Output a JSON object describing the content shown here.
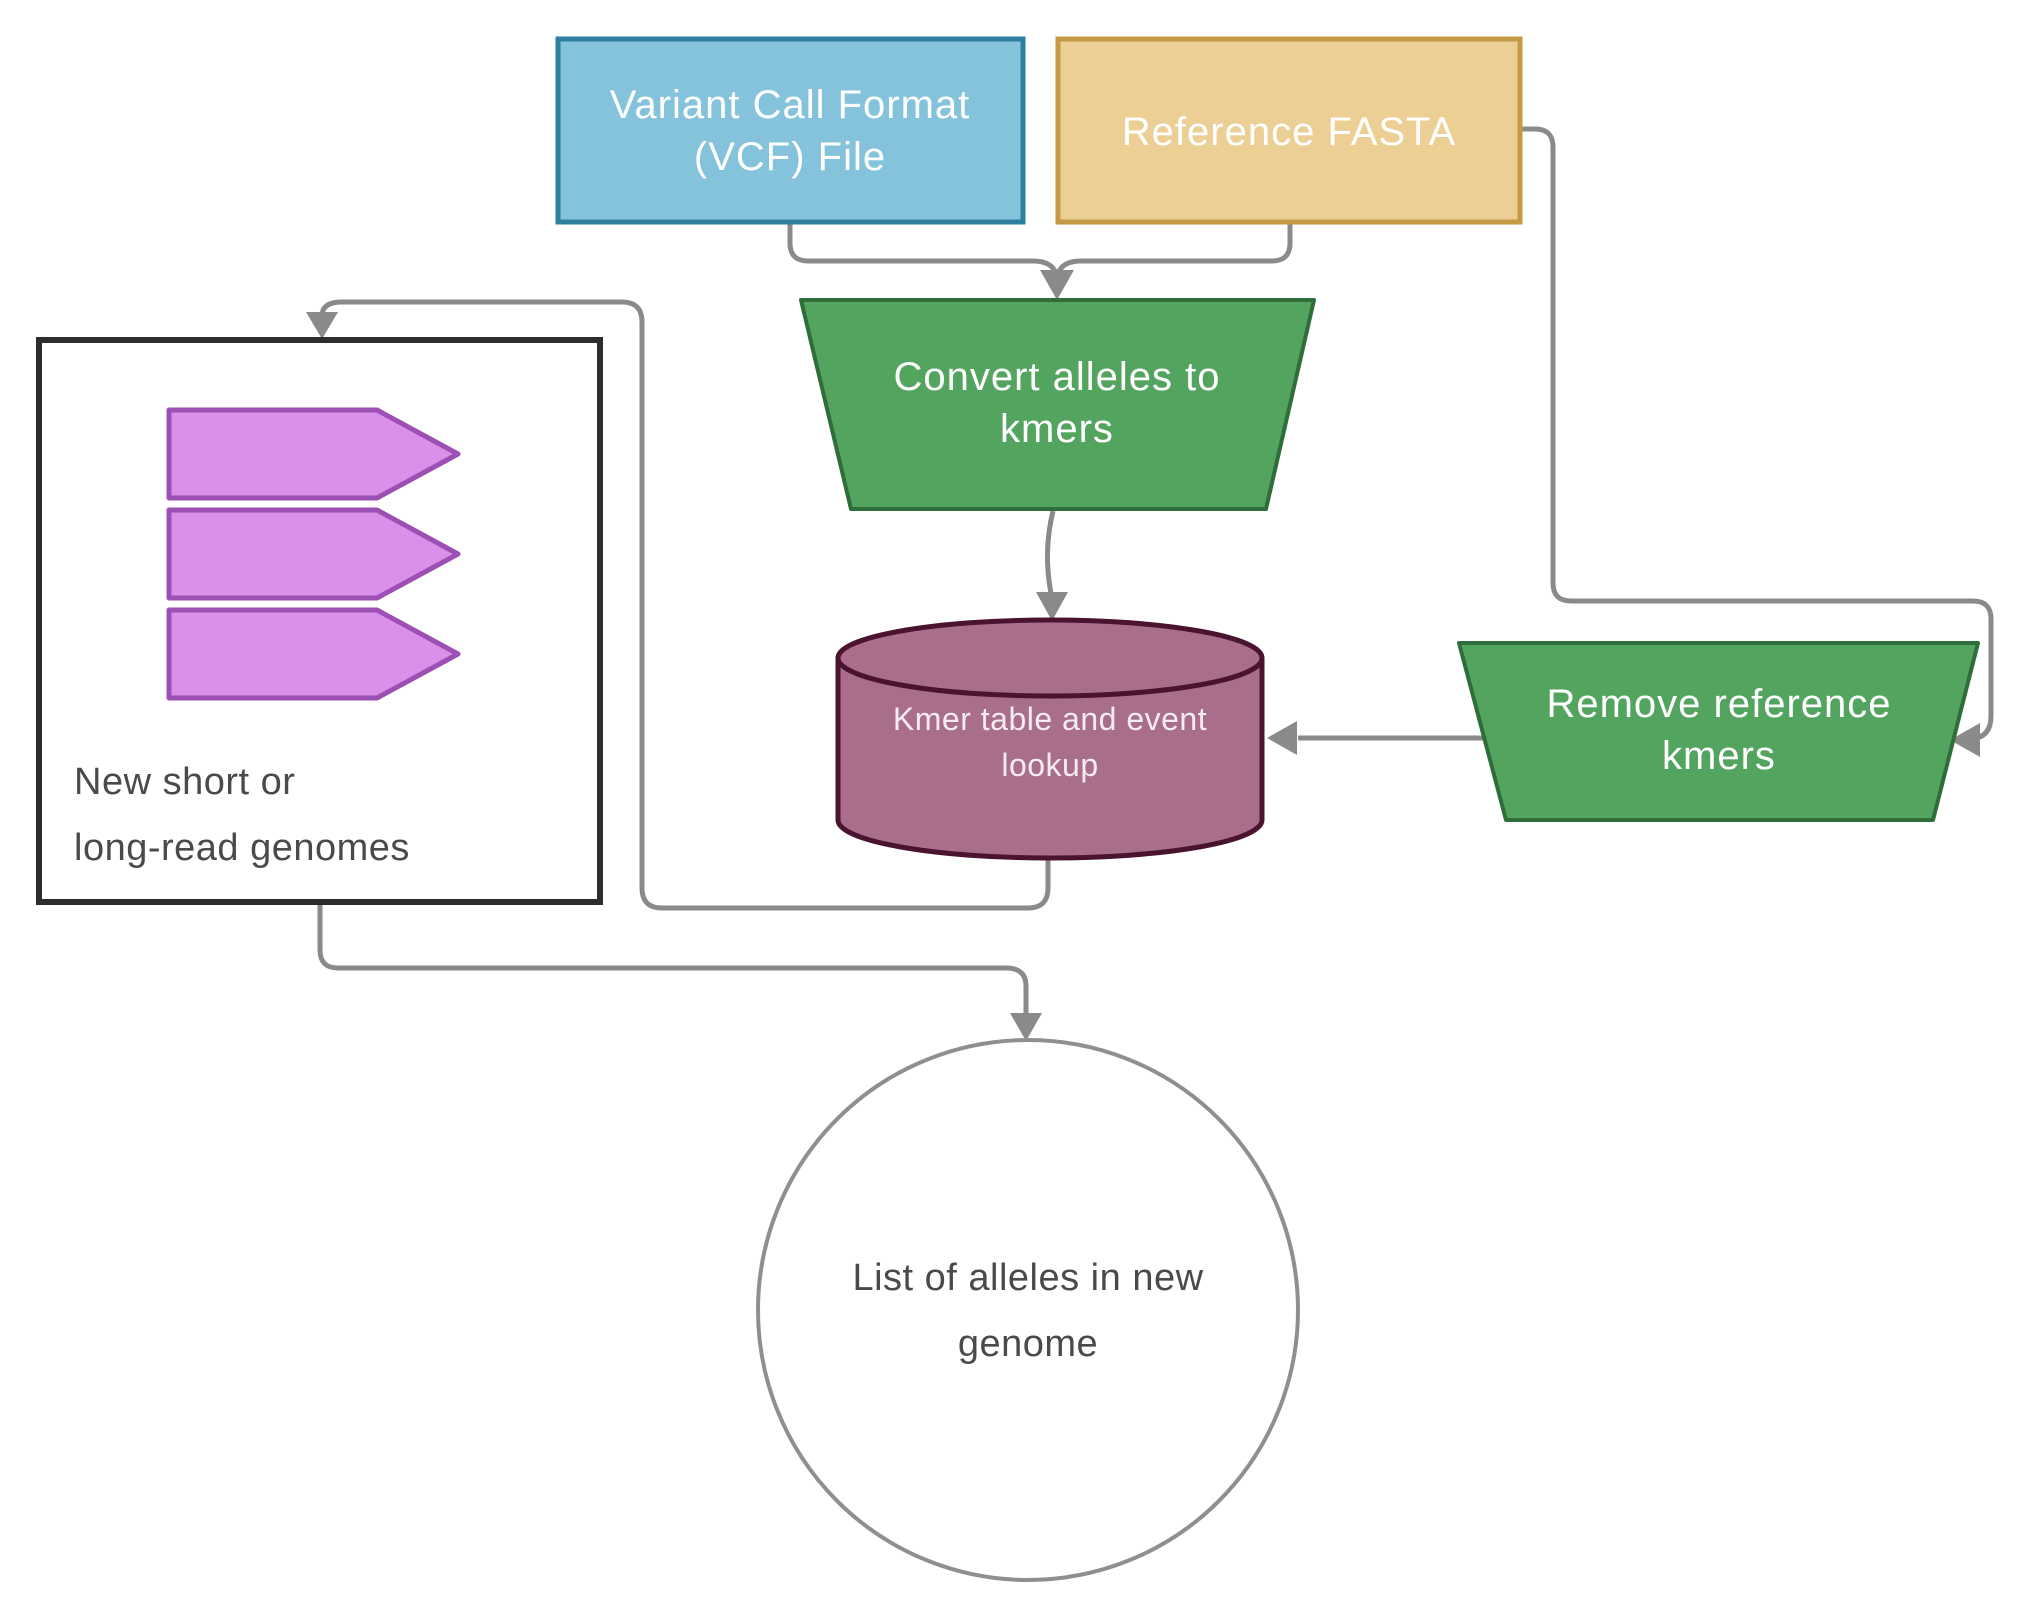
{
  "diagram": {
    "background": "#ffffff",
    "connector_color": "#8a8a8a",
    "nodes": {
      "vcf": {
        "label": "Variant Call Format (VCF) File",
        "line1": "Variant Call Format",
        "line2": "(VCF) File",
        "shape": "rectangle",
        "fill": "#85c2dc",
        "border": "#2d7f9d",
        "text_color": "#ffffff"
      },
      "fasta": {
        "label": "Reference FASTA",
        "shape": "rectangle",
        "fill": "#eccf95",
        "border": "#c49b44",
        "text_color": "#ffffff"
      },
      "convert": {
        "label": "Convert alleles to kmers",
        "line1": "Convert alleles to",
        "line2": "kmers",
        "shape": "trapezoid",
        "fill": "#53a45f",
        "border": "#2f6e3a",
        "text_color": "#ffffff"
      },
      "kmer_table": {
        "label": "Kmer table and event lookup",
        "line1": "Kmer table and event",
        "line2": "lookup",
        "shape": "cylinder",
        "fill": "#a96e8c",
        "border": "#4a1430",
        "text_color": "#f6ebf1"
      },
      "remove": {
        "label": "Remove reference kmers",
        "line1": "Remove reference",
        "line2": "kmers",
        "shape": "trapezoid",
        "fill": "#53a45f",
        "border": "#2f6e3a",
        "text_color": "#ffffff"
      },
      "genomes": {
        "label": "New short or long-read genomes",
        "line1": "New short or",
        "line2": "long-read genomes",
        "shape": "container-box",
        "fill": "#ffffff",
        "border": "#2d2d2d",
        "text_color": "#4a4a4a",
        "glyph": "three-read-arrows",
        "glyph_fill": "#da90e8",
        "glyph_border": "#9c50b4"
      },
      "alleles": {
        "label": "List of alleles in new genome",
        "line1": "List of alleles in new",
        "line2": "genome",
        "shape": "circle",
        "fill": "#ffffff",
        "border": "#8f8f8f",
        "text_color": "#4a4a4a"
      }
    },
    "edges": [
      {
        "from": "vcf",
        "to": "convert"
      },
      {
        "from": "fasta",
        "to": "convert"
      },
      {
        "from": "fasta",
        "to": "remove"
      },
      {
        "from": "convert",
        "to": "kmer_table"
      },
      {
        "from": "remove",
        "to": "kmer_table"
      },
      {
        "from": "kmer_table",
        "to": "genomes"
      },
      {
        "from": "genomes",
        "to": "alleles"
      }
    ]
  }
}
